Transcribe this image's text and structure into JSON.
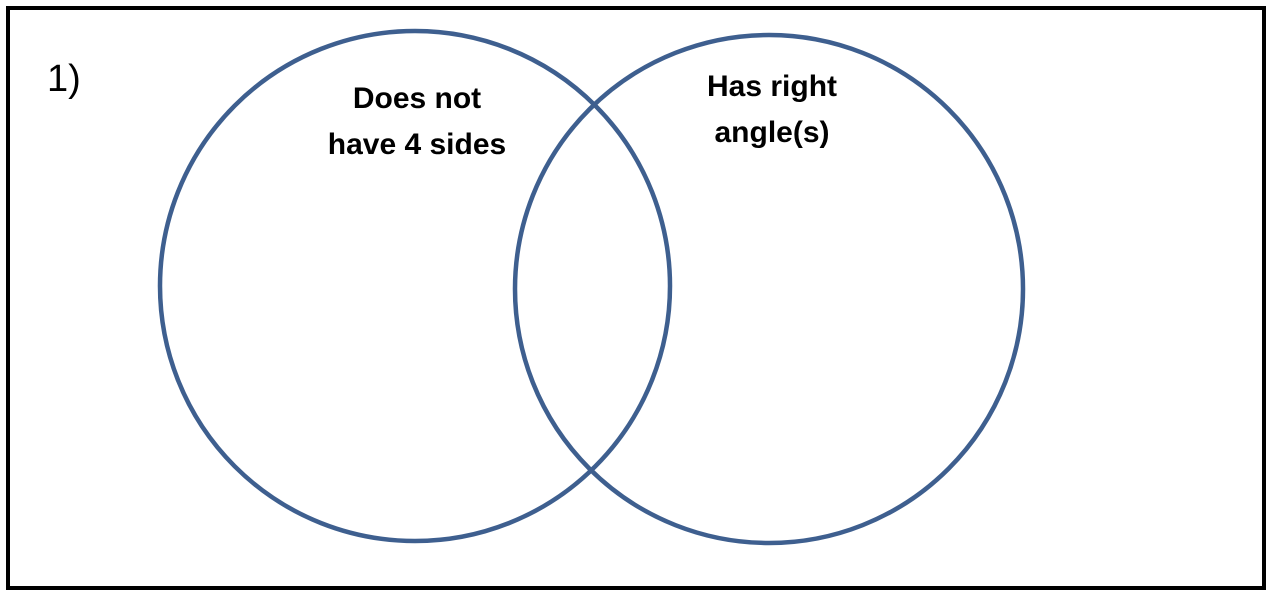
{
  "problem": {
    "number": "1)"
  },
  "venn": {
    "circle_color": "#3e5f8f",
    "sets": [
      {
        "label_lines": [
          "Does not",
          "have 4 sides"
        ]
      },
      {
        "label_lines": [
          "Has right",
          "angle(s)"
        ]
      }
    ]
  }
}
